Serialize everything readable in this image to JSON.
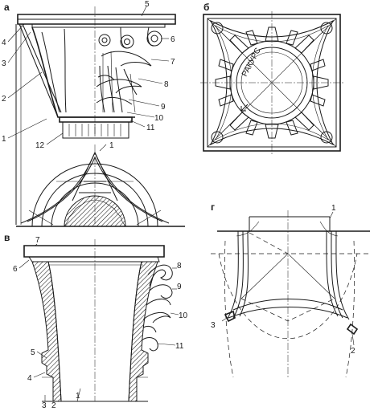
{
  "panels": {
    "a": "а",
    "b": "б",
    "v": "в",
    "g": "г"
  },
  "panel_a_labels": [
    "1",
    "2",
    "3",
    "4",
    "5",
    "6",
    "7",
    "8",
    "9",
    "10",
    "11",
    "12"
  ],
  "panel_a_plan_label": "1",
  "panel_b_text": "РАКУРС",
  "panel_v_labels": [
    "1",
    "2",
    "3",
    "4",
    "5",
    "6",
    "7",
    "8",
    "9",
    "10",
    "11"
  ],
  "panel_g_labels": [
    "1",
    "2",
    "3"
  ]
}
